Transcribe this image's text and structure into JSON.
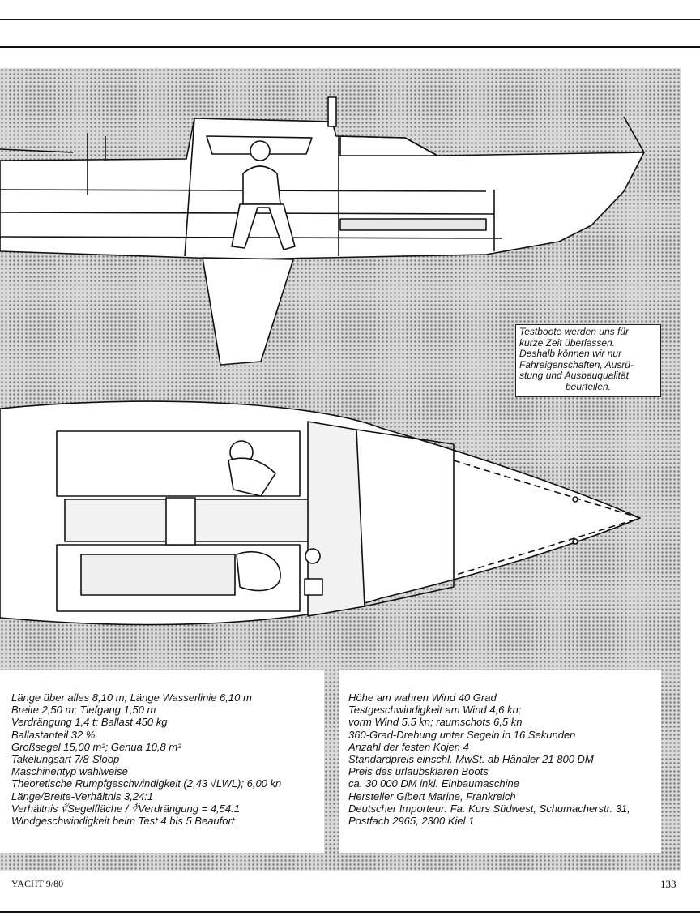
{
  "note": {
    "lines": [
      "Testboote werden uns für",
      "kurze Zeit überlassen.",
      "Deshalb können wir nur",
      "Fahreigenschaften, Ausrü-",
      "stung und Ausbauqualität",
      "beurteilen."
    ]
  },
  "specs_left": [
    "Länge über alles 8,10 m; Länge Wasserlinie 6,10 m",
    "Breite 2,50 m; Tiefgang 1,50 m",
    "Verdrängung 1,4 t; Ballast 450 kg",
    "Ballastanteil 32 %",
    "Großsegel 15,00 m²; Genua 10,8 m²",
    "Takelungsart 7/8-Sloop",
    "Maschinentyp wahlweise",
    "Theoretische Rumpfgeschwindigkeit (2,43 √LWL); 6,00 kn",
    "Länge/Breite-Verhältnis 3,24:1",
    "Verhältnis ∛Segelfläche / ∛Verdrängung = 4,54:1",
    "Windgeschwindigkeit beim Test 4 bis 5 Beaufort"
  ],
  "specs_right": [
    "Höhe am wahren Wind 40 Grad",
    "Testgeschwindigkeit am Wind 4,6 kn;",
    "vorm Wind 5,5 kn; raumschots 6,5 kn",
    "360-Grad-Drehung unter Segeln in 16 Sekunden",
    "Anzahl der festen Kojen 4",
    "Standardpreis einschl. MwSt. ab Händler 21 800 DM",
    "Preis des urlaubsklaren Boots",
    "ca. 30 000 DM inkl. Einbaumaschine",
    "Hersteller Gibert Marine, Frankreich",
    "Deutscher Importeur: Fa. Kurs Südwest, Schumacherstr. 31,",
    "Postfach 2965, 2300 Kiel 1"
  ],
  "footer": {
    "magazine": "YACHT 9/80",
    "page": "133"
  }
}
